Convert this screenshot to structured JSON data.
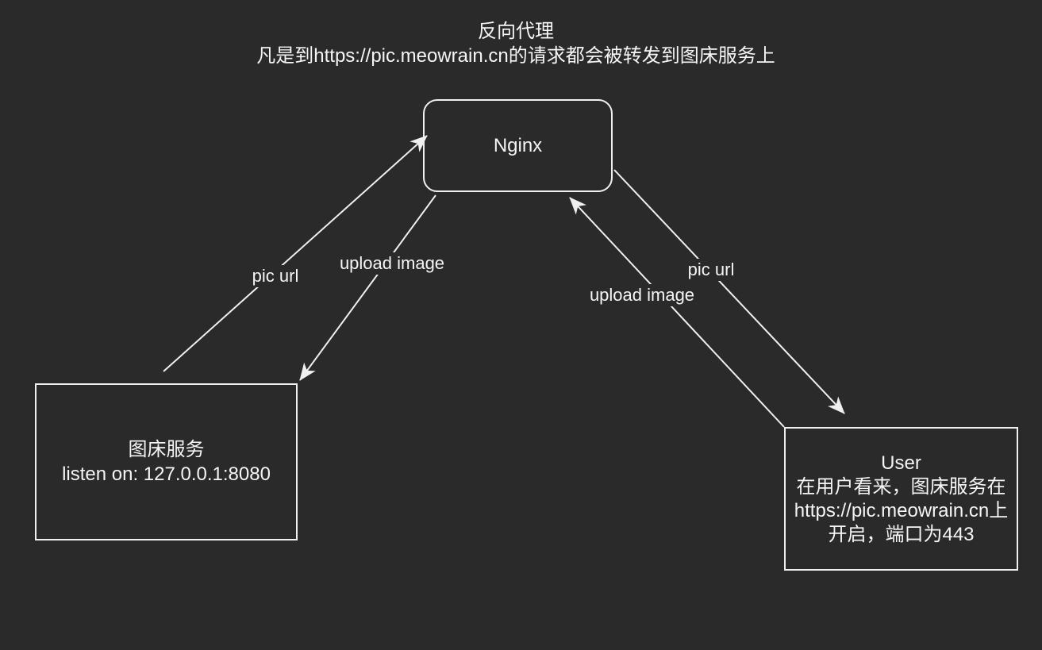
{
  "colors": {
    "background": "#2a2a2a",
    "line": "#f0f0f0",
    "text": "#f5f5f5"
  },
  "title": {
    "line1": "反向代理",
    "line2": "凡是到https://pic.meowrain.cn的请求都会被转发到图床服务上"
  },
  "nodes": {
    "nginx": {
      "label": "Nginx"
    },
    "image_service": {
      "title": "图床服务",
      "subtitle": "listen on: 127.0.0.1:8080"
    },
    "user": {
      "title": "User",
      "line1": "在用户看来，图床服务在",
      "line2": "https://pic.meowrain.cn上",
      "line3": "开启，端口为443"
    }
  },
  "edges": {
    "pic_url_left": {
      "label": "pic url"
    },
    "upload_image_left": {
      "label": "upload image"
    },
    "upload_image_right": {
      "label": "upload image"
    },
    "pic_url_right": {
      "label": "pic url"
    }
  }
}
